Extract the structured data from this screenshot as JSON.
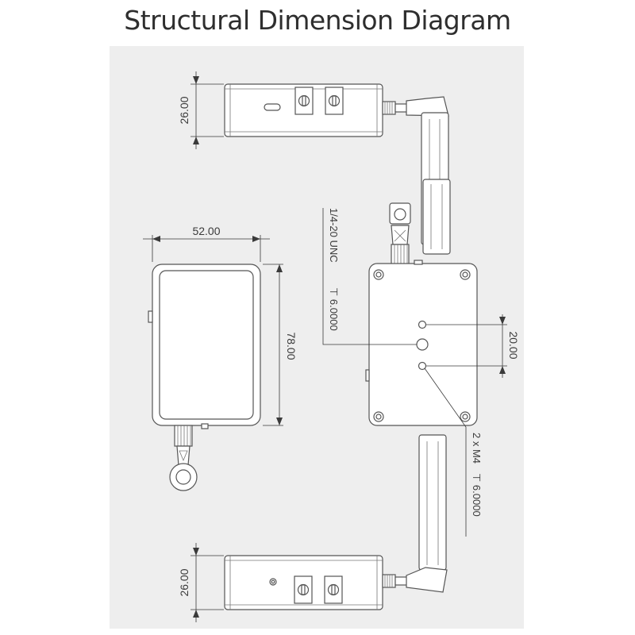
{
  "diagram": {
    "title": "Structural Dimension Diagram",
    "dimensions": {
      "top_view_height": "26.00",
      "front_width": "52.00",
      "front_height": "78.00",
      "hole_spacing": "20.00",
      "bottom_view_height": "26.00"
    },
    "callouts": {
      "tripod_thread_spec": "1/4-20 UNC",
      "tripod_thread_depth": "⊤ 6.0000",
      "mount_holes_spec": "2 x  M4",
      "mount_holes_depth": "⊤ 6.0000"
    }
  },
  "colors": {
    "panel_background": "#eeeeee",
    "outline": "#555555",
    "dimension_text": "#3a3a3a"
  }
}
